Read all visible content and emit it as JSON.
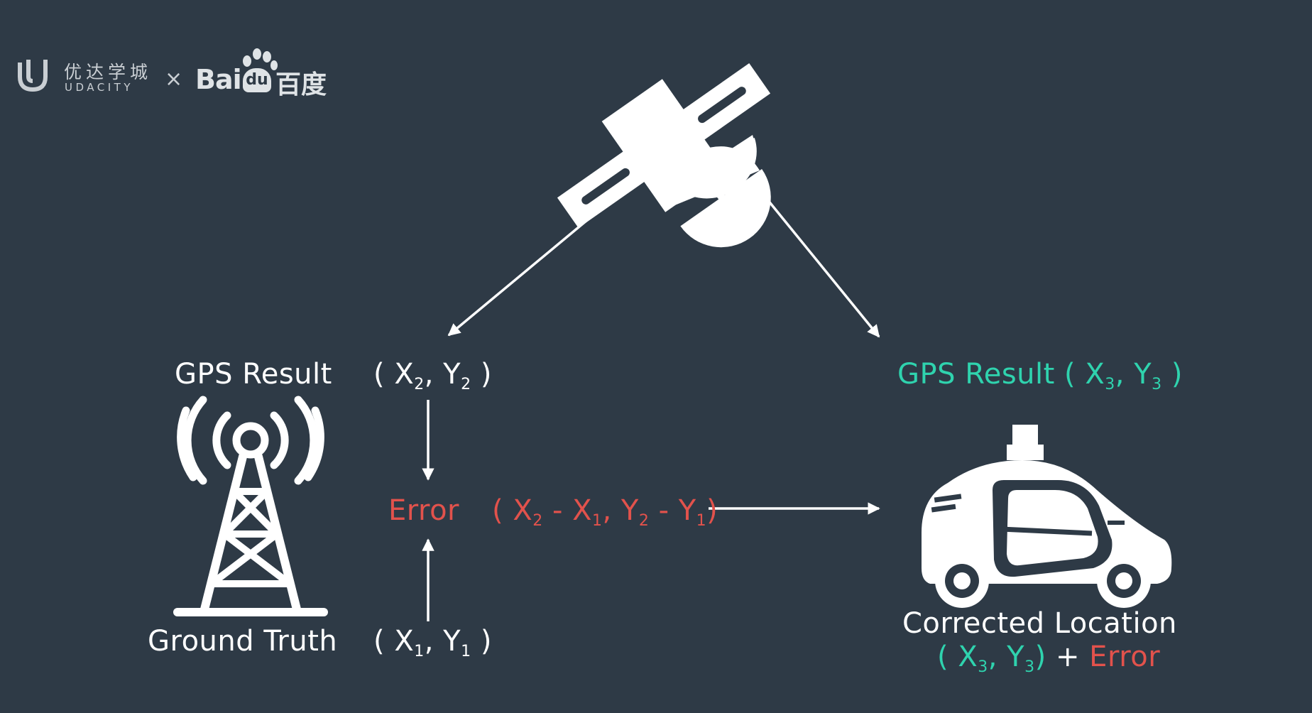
{
  "logo": {
    "udacity_cn": "优达学城",
    "udacity_en": "UDACITY",
    "separator": "×",
    "baidu_en": "Bai",
    "baidu_du": "du",
    "baidu_cn": "百度"
  },
  "labels": {
    "gps_result_left": "GPS Result",
    "gps_result_right": "GPS Result",
    "ground_truth": "Ground Truth",
    "error": "Error",
    "corrected_location": "Corrected Location",
    "error_suffix": "Error"
  },
  "coords": {
    "x2y2": {
      "open": "( X",
      "sub1": "2",
      "mid": ", Y",
      "sub2": "2",
      "close": ")"
    },
    "x1y1": {
      "open": "( X",
      "sub1": "1",
      "mid": ", Y",
      "sub2": "1",
      "close": ")"
    },
    "x3y3_top": {
      "open": "( X",
      "sub1": "3",
      "mid": ", Y",
      "sub2": "3",
      "close": ")"
    },
    "x3y3_bottom": {
      "open": "( X",
      "sub1": "3",
      "mid": ", Y",
      "sub2": "3",
      "close": ")",
      "plus": "+"
    },
    "diff": {
      "p1": "( X",
      "s1": "2",
      "p2": " - X",
      "s2": "1",
      "p3": ", Y",
      "s3": "2",
      "p4": " - Y",
      "s4": "1",
      "p5": ")"
    }
  },
  "colors": {
    "background": "#2e3a46",
    "white": "#ffffff",
    "teal": "#2fd3ae",
    "red": "#e2524c"
  },
  "icons": [
    "satellite-icon",
    "cell-tower-icon",
    "self-driving-car-icon",
    "udacity-logo-icon",
    "baidu-paw-icon"
  ]
}
